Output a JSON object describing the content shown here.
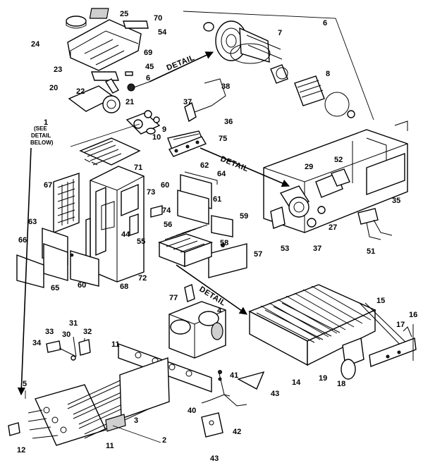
{
  "callouts": {
    "detail_1": "DETAIL",
    "detail_2": "DETAIL",
    "detail_3": "DETAIL",
    "see_detail_line1": "(SEE",
    "see_detail_line2": "DETAIL",
    "see_detail_line3": "BELOW)"
  },
  "labels": {
    "p1": "1",
    "p2": "2",
    "p3": "3",
    "p4": "4",
    "p5": "5",
    "p6a": "6",
    "p6b": "6",
    "p7": "7",
    "p8": "8",
    "p9": "9",
    "p10": "10",
    "p11a": "11",
    "p11b": "11",
    "p12": "12",
    "p14": "14",
    "p15": "15",
    "p16": "16",
    "p17": "17",
    "p18": "18",
    "p19": "19",
    "p20": "20",
    "p21": "21",
    "p22": "22",
    "p23": "23",
    "p24": "24",
    "p25": "25",
    "p27": "27",
    "p29": "29",
    "p30": "30",
    "p31": "31",
    "p32": "32",
    "p33": "33",
    "p34": "34",
    "p35": "35",
    "p36": "36",
    "p37a": "37",
    "p37b": "37",
    "p38": "38",
    "p40": "40",
    "p41": "41",
    "p42": "42",
    "p43a": "43",
    "p43b": "43",
    "p44": "44",
    "p45": "45",
    "p51": "51",
    "p52": "52",
    "p53": "53",
    "p54": "54",
    "p55": "55",
    "p56": "56",
    "p57": "57",
    "p58": "58",
    "p59": "59",
    "p60a": "60",
    "p60b": "60",
    "p61": "61",
    "p62": "62",
    "p63": "63",
    "p64": "64",
    "p65": "65",
    "p66": "66",
    "p67": "67",
    "p68": "68",
    "p69": "69",
    "p70": "70",
    "p71": "71",
    "p72": "72",
    "p73": "73",
    "p74": "74",
    "p75": "75",
    "p77": "77"
  }
}
